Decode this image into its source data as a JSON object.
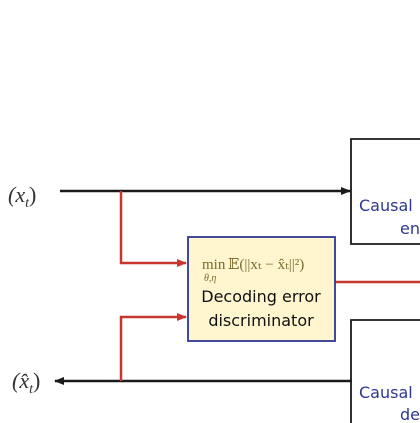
{
  "colors": {
    "signal": "#1a1a1a",
    "link": "#c8372f",
    "block_fill": "#fff5cf",
    "block_stroke": "#2e3791",
    "block_title": "#2e3791",
    "background": "#ffffff"
  },
  "input_signal": {
    "label": "(x",
    "subscript": "t",
    "close": ")"
  },
  "output_signal": {
    "label": "(x̂",
    "subscript": "t",
    "close": ")"
  },
  "discriminator": {
    "objective_op": "min",
    "objective_under": "θ,η",
    "objective_expr": "𝔼(||xₜ − x̂ₜ||²)",
    "line1": "Decoding error",
    "line2": "discriminator"
  },
  "encoder_block": {
    "line1": "Causal",
    "line2": "en"
  },
  "decoder_block": {
    "line1": "Causal",
    "line2": "de"
  }
}
